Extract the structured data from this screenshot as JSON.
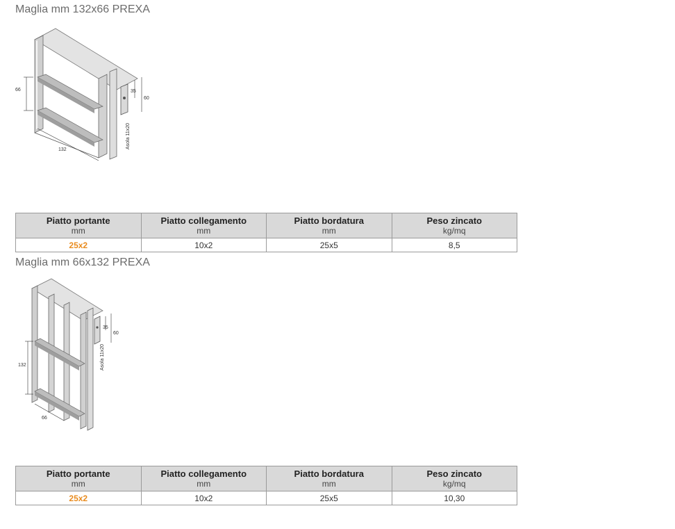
{
  "sections": [
    {
      "title": "Maglia mm 132x66 PREXA",
      "drawing": {
        "dim_height": "66",
        "dim_width": "132",
        "dim_slot": "35",
        "dim_total": "60",
        "label_slot": "Asola 11x20"
      },
      "table": {
        "headers": [
          {
            "name": "Piatto portante",
            "unit": "mm"
          },
          {
            "name": "Piatto collegamento",
            "unit": "mm"
          },
          {
            "name": "Piatto bordatura",
            "unit": "mm"
          },
          {
            "name": "Peso zincato",
            "unit": "kg/mq"
          }
        ],
        "row": [
          "25x2",
          "10x2",
          "25x5",
          "8,5"
        ]
      }
    },
    {
      "title": "Maglia mm 66x132 PREXA",
      "drawing": {
        "dim_height": "132",
        "dim_width": "66",
        "dim_slot": "35",
        "dim_total": "60",
        "label_slot": "Asola 11x20"
      },
      "table": {
        "headers": [
          {
            "name": "Piatto portante",
            "unit": "mm"
          },
          {
            "name": "Piatto collegamento",
            "unit": "mm"
          },
          {
            "name": "Piatto bordatura",
            "unit": "mm"
          },
          {
            "name": "Peso zincato",
            "unit": "kg/mq"
          }
        ],
        "row": [
          "25x2",
          "10x2",
          "25x5",
          "10,30"
        ]
      }
    }
  ]
}
